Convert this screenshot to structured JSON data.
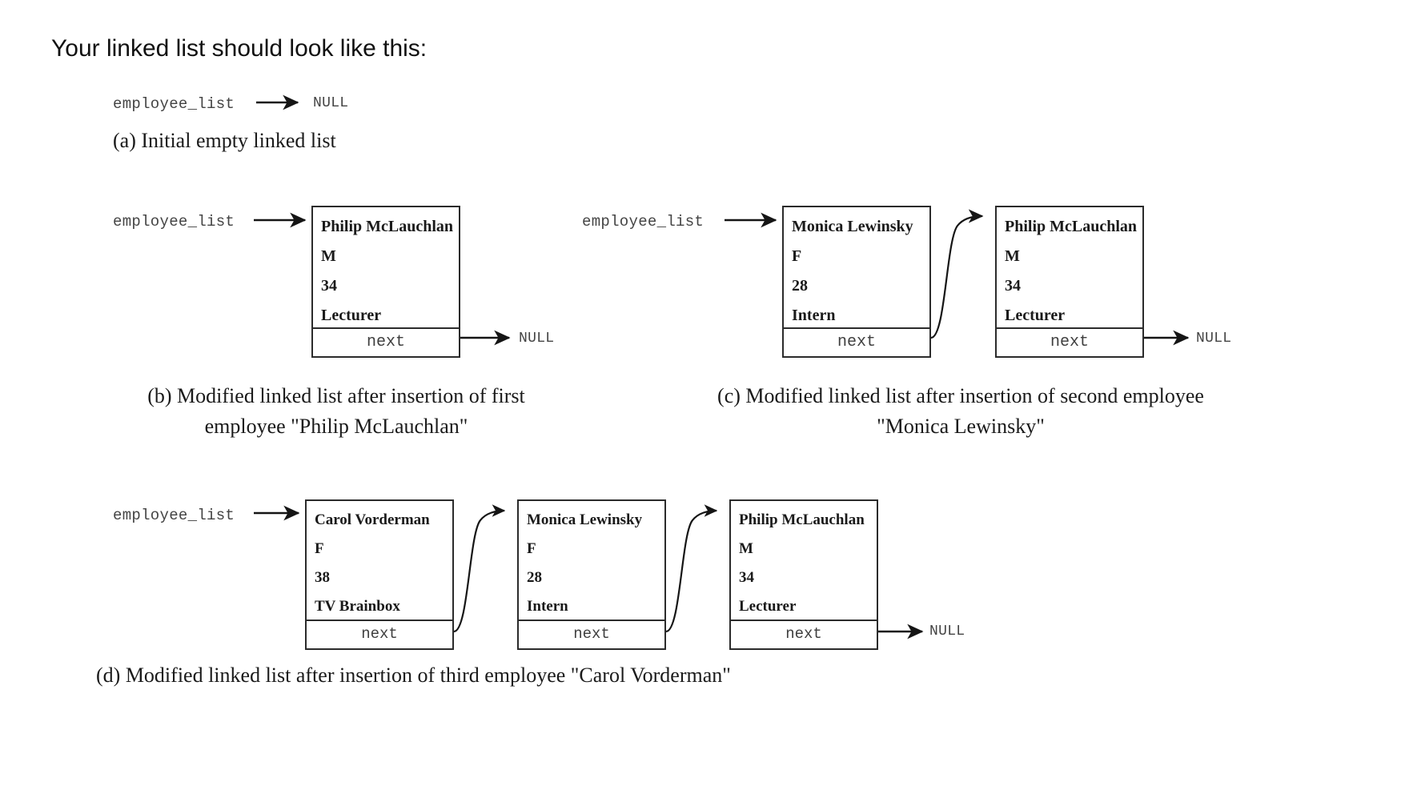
{
  "intro": {
    "text": "Your linked list should look like this:"
  },
  "labels": {
    "pointer": "employee_list",
    "null": "NULL",
    "next": "next"
  },
  "captions": {
    "a": "(a) Initial empty linked list",
    "b_line1": "(b) Modified linked list after insertion of first",
    "b_line2": "employee \"Philip McLauchlan\"",
    "c_line1": "(c) Modified linked list after insertion of second employee",
    "c_line2": "\"Monica Lewinsky\"",
    "d": "(d) Modified linked list after insertion of third employee \"Carol Vorderman\""
  },
  "employees": {
    "philip": {
      "name": "Philip McLauchlan",
      "gender": "M",
      "age": "34",
      "role": "Lecturer"
    },
    "monica": {
      "name": "Monica Lewinsky",
      "gender": "F",
      "age": "28",
      "role": "Intern"
    },
    "carol": {
      "name": "Carol Vorderman",
      "gender": "F",
      "age": "38",
      "role": "TV Brainbox"
    }
  },
  "diagrams": {
    "a": {
      "id": "a",
      "nodes": []
    },
    "b": {
      "id": "b",
      "nodes": [
        "philip"
      ]
    },
    "c": {
      "id": "c",
      "nodes": [
        "monica",
        "philip"
      ]
    },
    "d": {
      "id": "d",
      "nodes": [
        "carol",
        "monica",
        "philip"
      ]
    }
  },
  "colors": {
    "ink": "#2b2b2b",
    "text": "#1a1a1a",
    "mono": "#444444",
    "background": "#ffffff"
  }
}
